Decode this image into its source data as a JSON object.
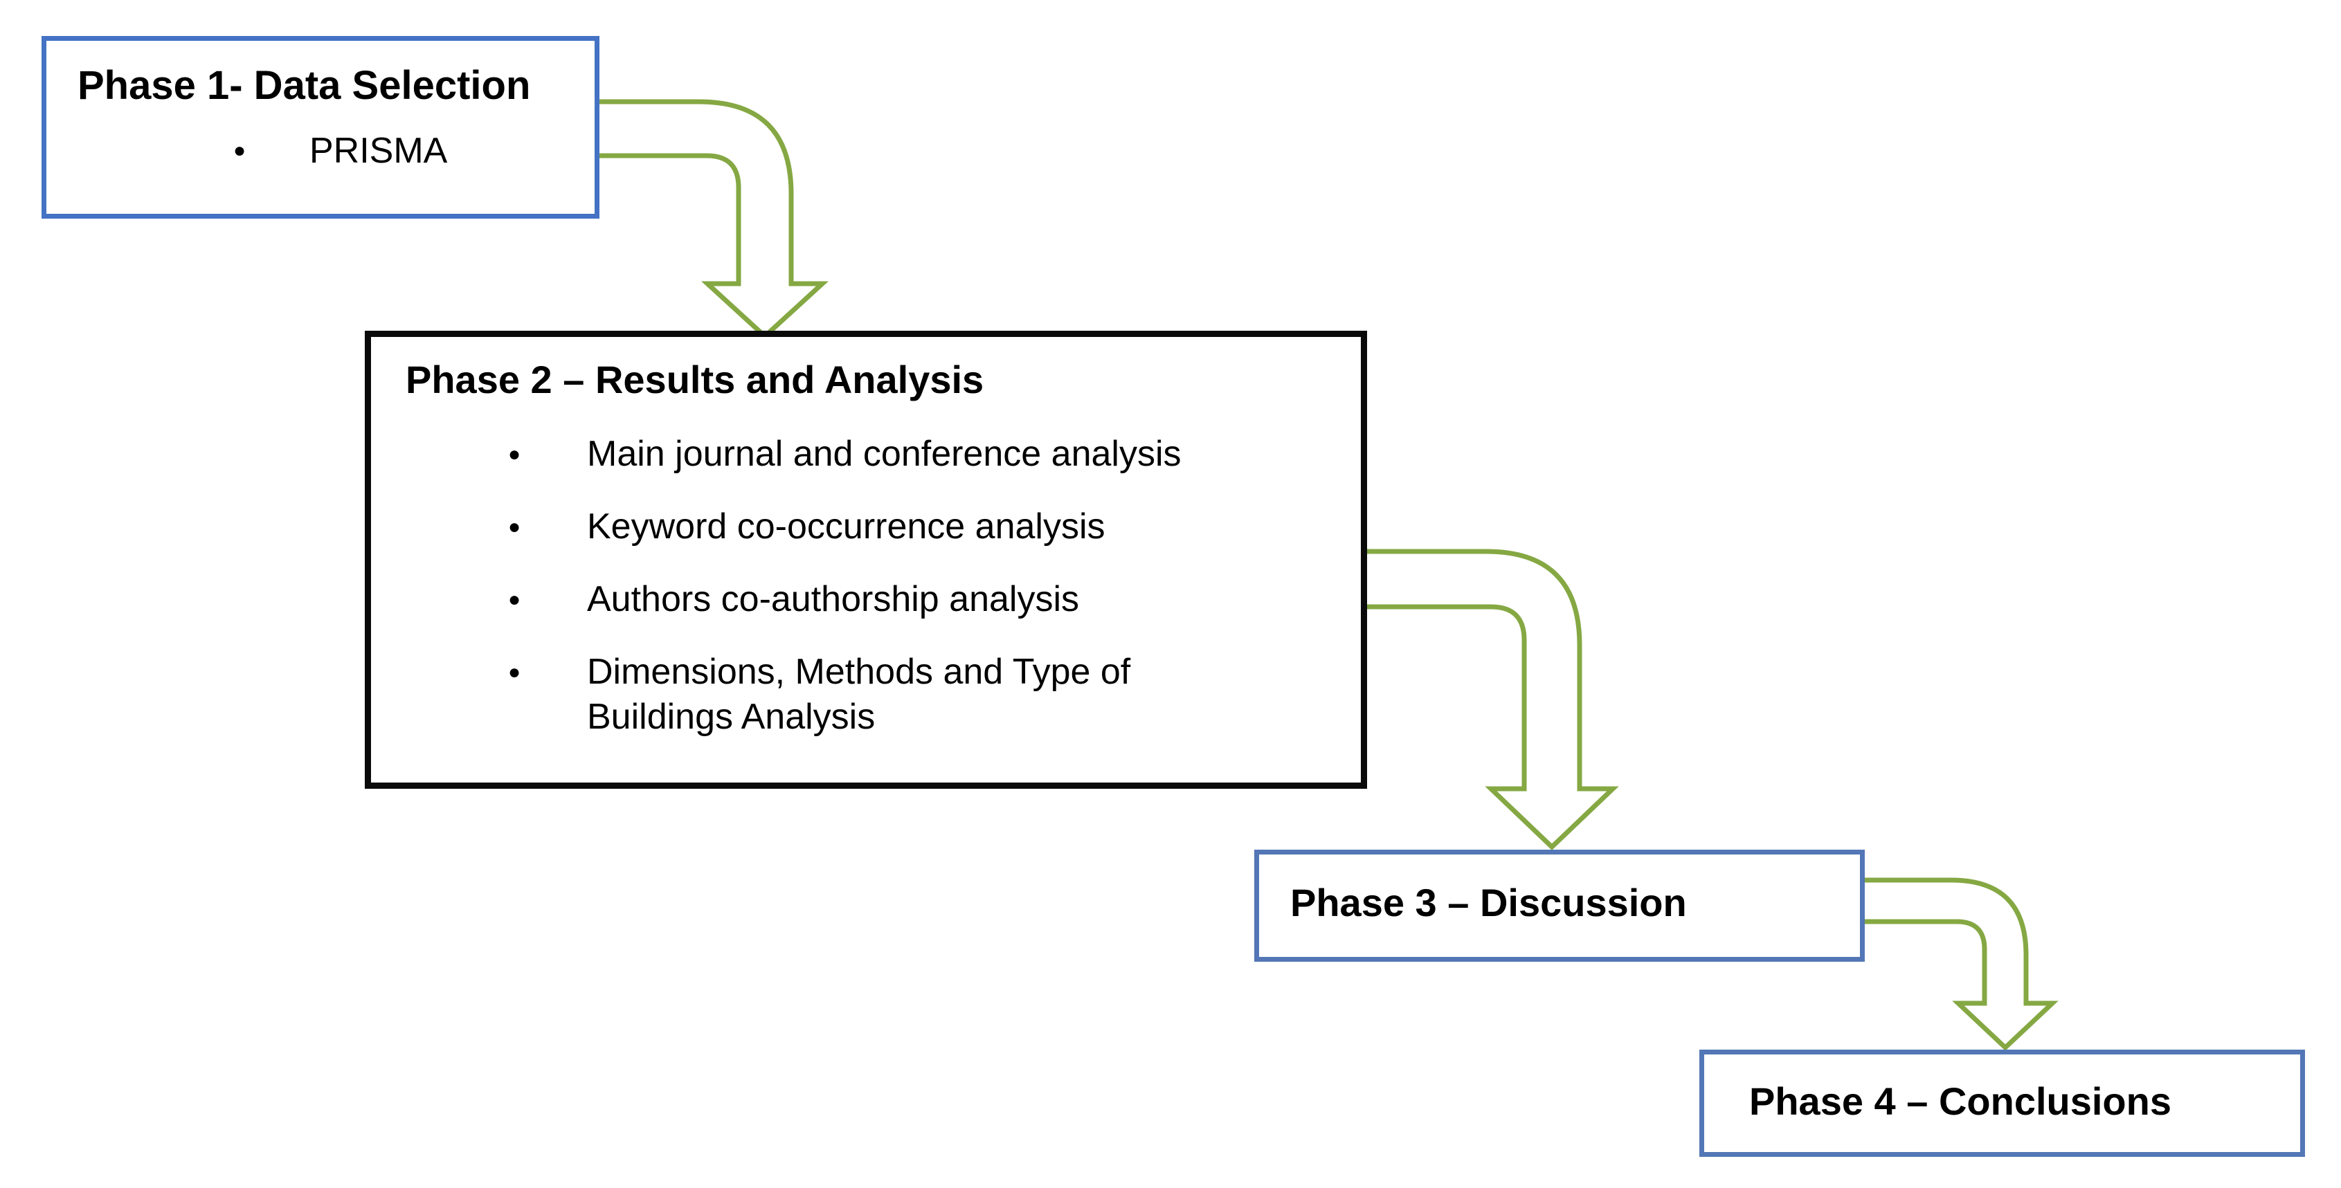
{
  "bullet_glyph": "●",
  "colors": {
    "page_bg": "#ffffff",
    "text": "#000000",
    "border_blue": "#4472c4",
    "border_blue_muted": "#5377b6",
    "border_black": "#0a0a0a",
    "arrow_green": "#85a843"
  },
  "phases": [
    {
      "title": "Phase 1- Data Selection",
      "bullets": [
        "PRISMA"
      ]
    },
    {
      "title": "Phase 2 – Results and Analysis",
      "bullets": [
        "Main journal and conference analysis",
        "Keyword co-occurrence analysis",
        "Authors co-authorship analysis",
        "Dimensions, Methods and Type of Buildings Analysis"
      ]
    },
    {
      "title": "Phase 3 – Discussion",
      "bullets": []
    },
    {
      "title": "Phase 4 – Conclusions",
      "bullets": []
    }
  ]
}
